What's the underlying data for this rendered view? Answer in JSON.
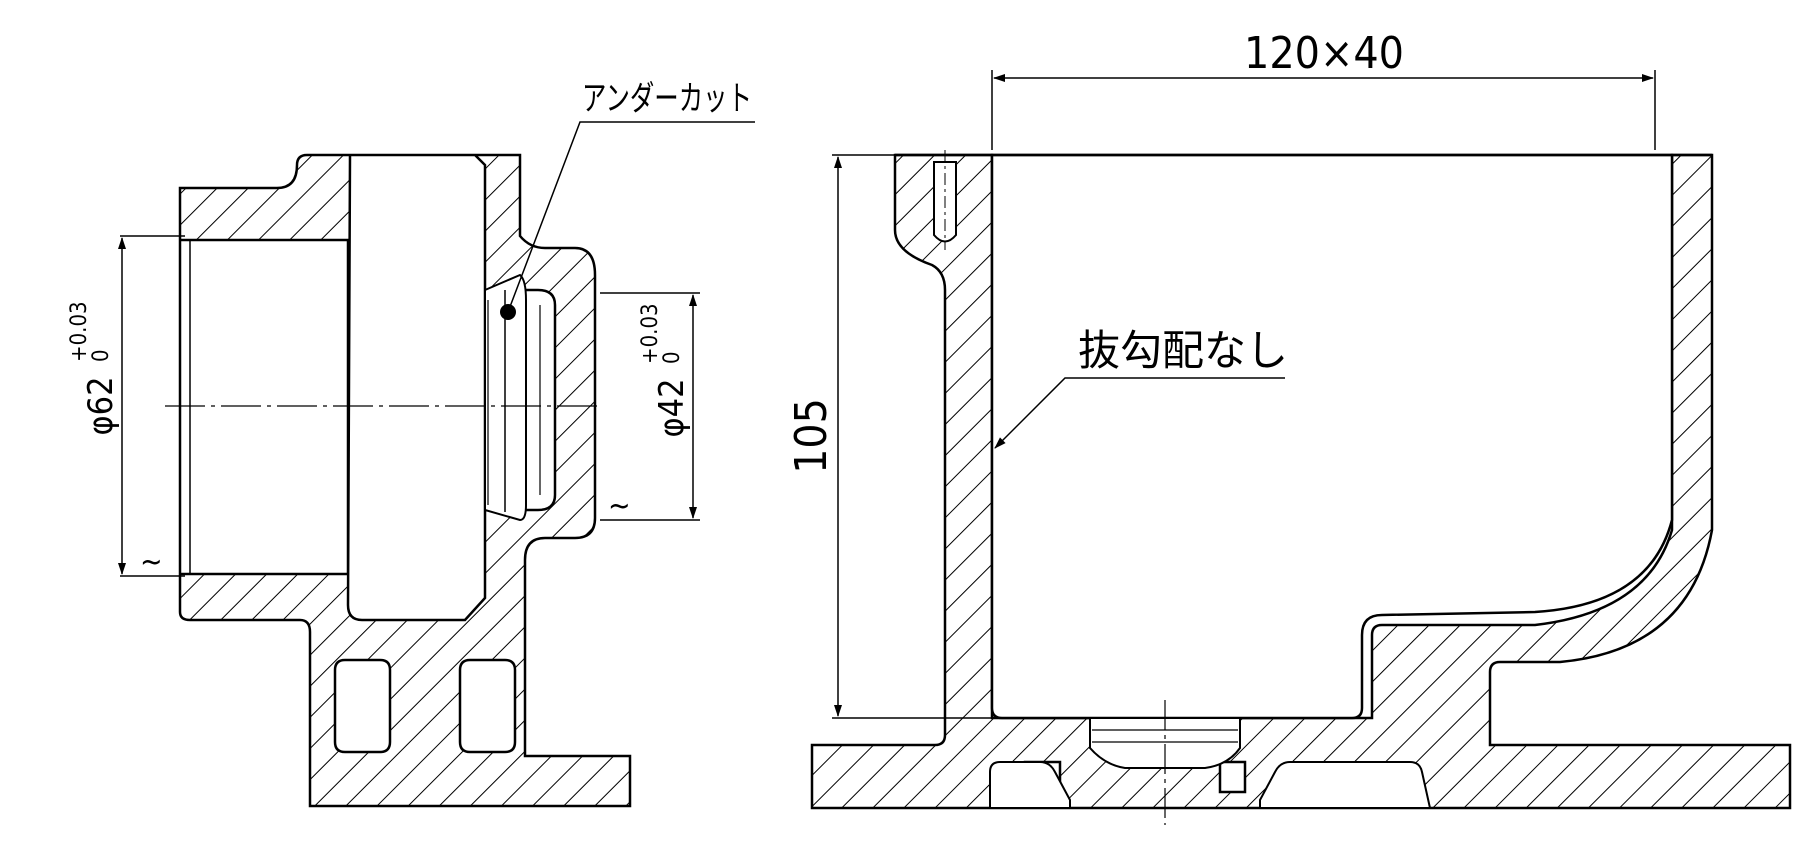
{
  "colors": {
    "ink": "#000000",
    "background": "#ffffff"
  },
  "left_view": {
    "outer_dim": {
      "prefix": "φ",
      "value": "62",
      "tol_upper": "+0.03",
      "tol_lower": "0"
    },
    "inner_dim": {
      "prefix": "φ",
      "value": "42",
      "tol_upper": "+0.03",
      "tol_lower": "0"
    },
    "undercut_label": "アンダーカット",
    "wave_symbol": "~"
  },
  "right_view": {
    "width_dim": "120×40",
    "height_dim": "105",
    "draft_note": "抜勾配なし"
  }
}
